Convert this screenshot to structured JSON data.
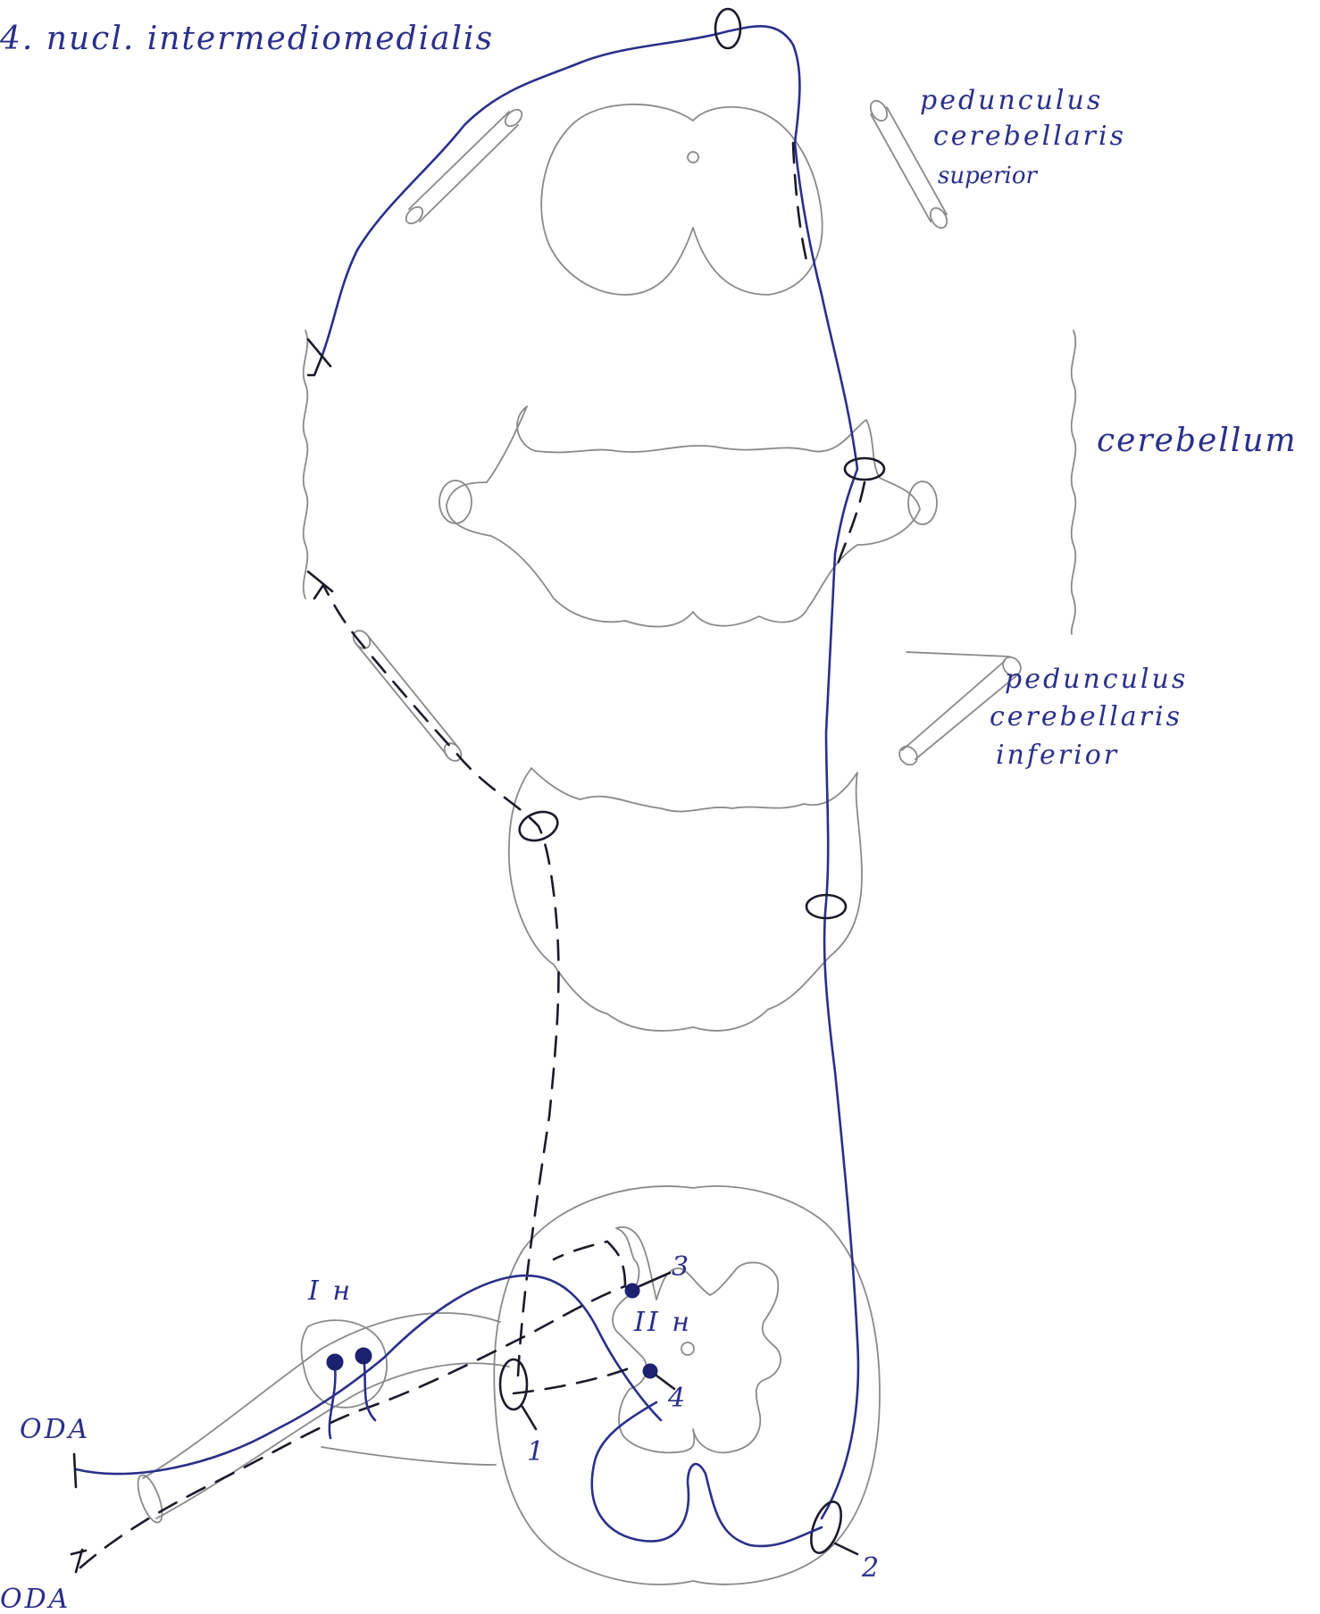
{
  "labels": {
    "top_nucleus": "4. nucl. intermediomedialis",
    "ped_sup_1": "pedunculus",
    "ped_sup_2": "cerebellaris",
    "ped_sup_3": "superior",
    "cerebellum": "cerebellum",
    "ped_inf_1": "pedunculus",
    "ped_inf_2": "cerebellaris",
    "ped_inf_3": "inferior",
    "neuron_1": "I н",
    "neuron_2": "II н",
    "marker_1": "1",
    "marker_2": "2",
    "marker_3": "3",
    "marker_4": "4",
    "oda_upper": "ODA",
    "oda_lower": "ODA",
    "arrow_1": "1"
  },
  "colors": {
    "ink_blue": "#2a2f8a",
    "ink_black": "#1a1a2a",
    "pencil": "#8a8a8a"
  }
}
